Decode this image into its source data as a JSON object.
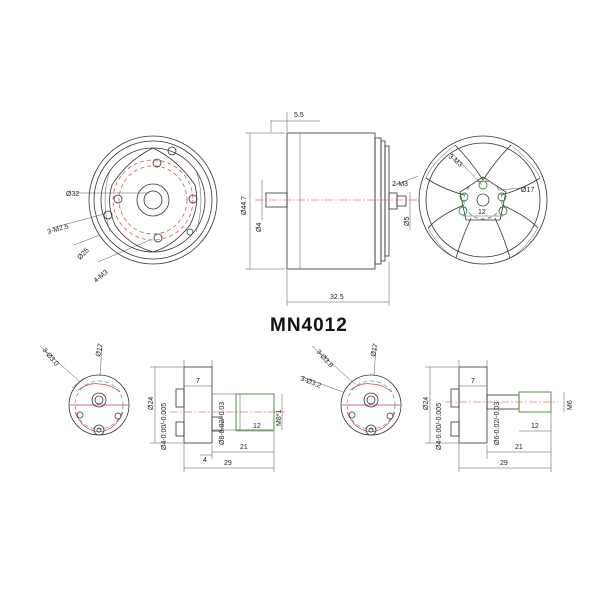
{
  "model": "MN4012",
  "colors": {
    "line": "#333333",
    "red_center": "#d04040",
    "cyan_center": "#30a0b0",
    "green_hole": "#3a8a3a"
  },
  "top_row": {
    "front_view": {
      "d1": "Ø32",
      "d2": "3-M2.5",
      "d3": "Ø25",
      "d4": "4-M3"
    },
    "side_view": {
      "d_top": "5.5",
      "d_height": "Ø44.7",
      "d_shaft": "Ø4",
      "d_len": "32.5",
      "d_m3": "2-M3",
      "d_shaft_rear": "Ø5"
    },
    "rear_view": {
      "d_m3": "3-M3",
      "d_dia": "Ø17",
      "d_span": "12"
    }
  },
  "bottom_left": {
    "front_view": {
      "d_holes": "3-Ø3.0",
      "d_dia": "Ø17"
    },
    "side_view": {
      "d_7": "7",
      "d_24": "Ø24",
      "d_shaft1": "Ø4-0.00/-0.005",
      "d_shaft2": "Ø8-0.02/-0.03",
      "d_12": "12",
      "d_m8": "M8*1",
      "d_4": "4",
      "d_21": "21",
      "d_29": "29"
    }
  },
  "bottom_right": {
    "front_view": {
      "d_holes1": "3-Ø3.8",
      "d_holes2": "3-Ø3.2",
      "d_dia": "Ø17"
    },
    "side_view": {
      "d_7": "7",
      "d_24": "Ø24",
      "d_shaft1": "Ø4-0.00/-0.005",
      "d_shaft2": "Ø6-0.02/-0.03",
      "d_12": "12",
      "d_m6": "M6",
      "d_21": "21",
      "d_29": "29"
    }
  }
}
